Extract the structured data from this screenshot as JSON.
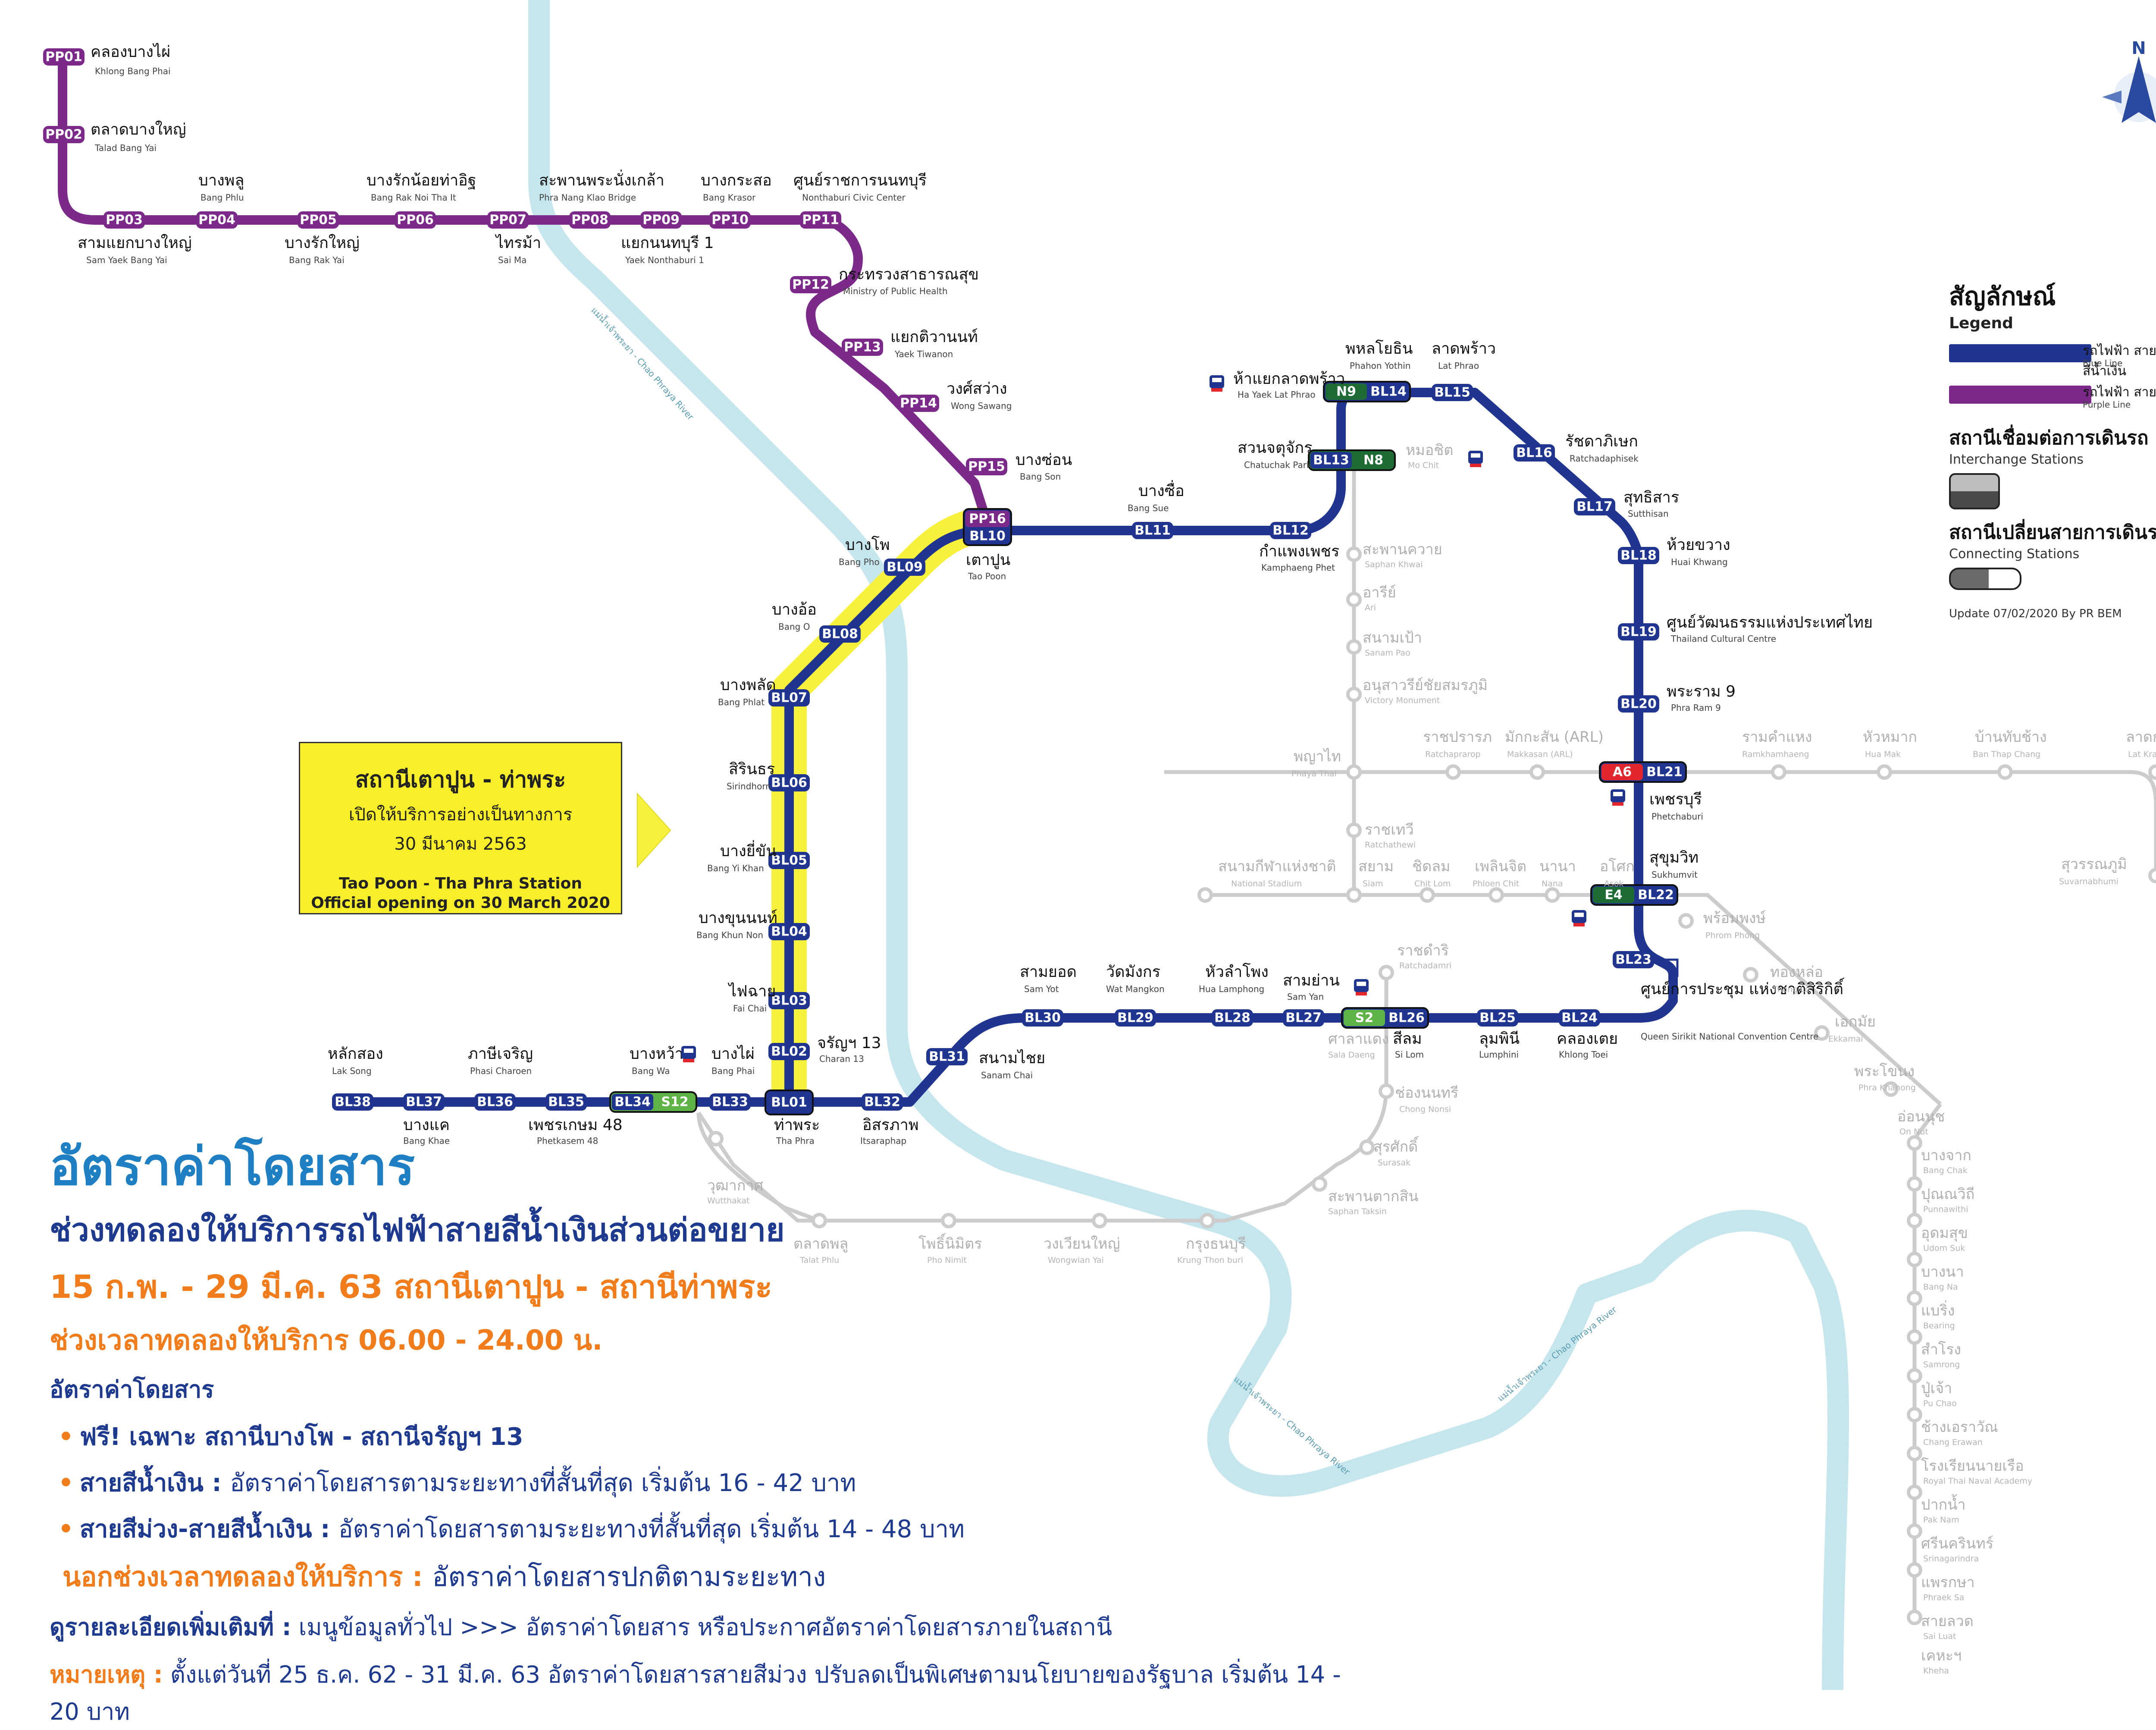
{
  "announcement": {
    "title_th": "สถานีเตาปูน - ท่าพระ",
    "line2_th": "เปิดให้บริการอย่างเป็นทางการ",
    "line3_th": "30 มีนาคม 2563",
    "title_en": "Tao Poon - Tha Phra Station",
    "line2_en": "Official opening on 30 March 2020"
  },
  "legend": {
    "title_th": "สัญลักษณ์",
    "title_en": "Legend",
    "blue_line_th": "รถไฟฟ้า สายสีน้ำเงิน",
    "blue_line_en": "Blue Line",
    "purple_line_th": "รถไฟฟ้า สายสีม่วง",
    "purple_line_en": "Purple Line",
    "interchange_th": "สถานีเชื่อมต่อการเดินรถ",
    "interchange_en": "Interchange Stations",
    "connecting_th": "สถานีเปลี่ยนสายการเดินรถ",
    "connecting_en": "Connecting Stations",
    "update": "Update 07/02/2020 By PR BEM"
  },
  "compass": "N",
  "fares": {
    "title": "อัตราค่าโดยสาร",
    "subtitle": "ช่วงทดลองให้บริการรถไฟฟ้าสายสีน้ำเงินส่วนต่อขยาย",
    "dates": "15 ก.พ. - 29 มี.ค. 63 สถานีเตาปูน - สถานีท่าพระ",
    "hours": "ช่วงเวลาทดลองให้บริการ 06.00 - 24.00 น.",
    "heading": "อัตราค่าโดยสาร",
    "item1": "ฟรี! เฉพาะ สถานีบางโพ - สถานีจรัญฯ 13",
    "item2_label": "สายสีน้ำเงิน :",
    "item2_text": "อัตราค่าโดยสารตามระยะทางที่สั้นที่สุด เริ่มต้น 16 - 42 บาท",
    "item3_label": "สายสีม่วง-สายสีน้ำเงิน :",
    "item3_text": "อัตราค่าโดยสารตามระยะทางที่สั้นที่สุด เริ่มต้น 14 - 48 บาท",
    "outside_label": "นอกช่วงเวลาทดลองให้บริการ :",
    "outside_text": "อัตราค่าโดยสารปกติตามระยะทาง",
    "details_label": "ดูรายละเอียดเพิ่มเติมที่ :",
    "details_text": "เมนูข้อมูลทั่วไป >>> อัตราค่าโดยสาร หรือประกาศอัตราค่าโดยสารภายในสถานี",
    "note_label": "หมายเหตุ :",
    "note_text": "ตั้งแต่วันที่ 25 ธ.ค. 62 - 31 มี.ค. 63 อัตราค่าโดยสารสายสีม่วง ปรับลดเป็นพิเศษตามนโยบายของรัฐบาล เริ่มต้น 14 - 20 บาท"
  },
  "river": {
    "label_1": "แม่น้ำเจ้าพระยา - Chao Phraya River",
    "label_2": "แม่น้ำเจ้าพระยา - Chao Phraya River",
    "label_3": "แม่น้ำเจ้าพระยา - Chao Phraya River"
  },
  "colors": {
    "blue_line": "#1f3590",
    "purple_line": "#7b2a8a",
    "bts_green": "#1e6b35",
    "bts_light_green": "#5fb346",
    "arl_red": "#e1262d",
    "highlight_yellow": "#f7f13b",
    "river": "#c6e6ee",
    "other_lines": "#cccccc"
  },
  "purple_stations": [
    {
      "code": "PP01",
      "th": "คลองบางไผ่",
      "en": "Khlong Bang Phai"
    },
    {
      "code": "PP02",
      "th": "ตลาดบางใหญ่",
      "en": "Talad Bang Yai"
    },
    {
      "code": "PP03",
      "th": "สามแยกบางใหญ่",
      "en": "Sam Yaek Bang Yai"
    },
    {
      "code": "PP04",
      "th": "บางพลู",
      "en": "Bang Phlu"
    },
    {
      "code": "PP05",
      "th": "บางรักใหญ่",
      "en": "Bang Rak Yai"
    },
    {
      "code": "PP06",
      "th": "บางรักน้อยท่าอิฐ",
      "en": "Bang Rak Noi Tha It"
    },
    {
      "code": "PP07",
      "th": "ไทรม้า",
      "en": "Sai Ma"
    },
    {
      "code": "PP08",
      "th": "สะพานพระนั่งเกล้า",
      "en": "Phra Nang Klao Bridge"
    },
    {
      "code": "PP09",
      "th": "แยกนนทบุรี 1",
      "en": "Yaek Nonthaburi 1"
    },
    {
      "code": "PP10",
      "th": "บางกระสอ",
      "en": "Bang Krasor"
    },
    {
      "code": "PP11",
      "th": "ศูนย์ราชการนนทบุรี",
      "en": "Nonthaburi Civic Center"
    },
    {
      "code": "PP12",
      "th": "กระทรวงสาธารณสุข",
      "en": "Ministry of Public Health"
    },
    {
      "code": "PP13",
      "th": "แยกติวานนท์",
      "en": "Yaek Tiwanon"
    },
    {
      "code": "PP14",
      "th": "วงศ์สว่าง",
      "en": "Wong Sawang"
    },
    {
      "code": "PP15",
      "th": "บางซ่อน",
      "en": "Bang Son"
    },
    {
      "code": "PP16",
      "th": "",
      "en": ""
    }
  ],
  "blue_stations": [
    {
      "code": "BL01",
      "th": "ท่าพระ",
      "en": "Tha Phra"
    },
    {
      "code": "BL02",
      "th": "จรัญฯ 13",
      "en": "Charan 13"
    },
    {
      "code": "BL03",
      "th": "ไฟฉาย",
      "en": "Fai Chai"
    },
    {
      "code": "BL04",
      "th": "บางขุนนนท์",
      "en": "Bang Khun Non"
    },
    {
      "code": "BL05",
      "th": "บางยี่ขัน",
      "en": "Bang Yi Khan"
    },
    {
      "code": "BL06",
      "th": "สิรินธร",
      "en": "Sirindhorn"
    },
    {
      "code": "BL07",
      "th": "บางพลัด",
      "en": "Bang Phlat"
    },
    {
      "code": "BL08",
      "th": "บางอ้อ",
      "en": "Bang O"
    },
    {
      "code": "BL09",
      "th": "บางโพ",
      "en": "Bang Pho"
    },
    {
      "code": "BL10",
      "th": "เตาปูน",
      "en": "Tao Poon"
    },
    {
      "code": "BL11",
      "th": "บางซื่อ",
      "en": "Bang Sue"
    },
    {
      "code": "BL12",
      "th": "กำแพงเพชร",
      "en": "Kamphaeng Phet"
    },
    {
      "code": "BL13",
      "th": "สวนจตุจักร",
      "en": "Chatuchak Park"
    },
    {
      "code": "BL14",
      "th": "พหลโยธิน",
      "en": "Phahon Yothin"
    },
    {
      "code": "BL15",
      "th": "ลาดพร้าว",
      "en": "Lat Phrao"
    },
    {
      "code": "BL16",
      "th": "รัชดาภิเษก",
      "en": "Ratchadaphisek"
    },
    {
      "code": "BL17",
      "th": "สุทธิสาร",
      "en": "Sutthisan"
    },
    {
      "code": "BL18",
      "th": "ห้วยขวาง",
      "en": "Huai Khwang"
    },
    {
      "code": "BL19",
      "th": "ศูนย์วัฒนธรรมแห่งประเทศไทย",
      "en": "Thailand Cultural Centre"
    },
    {
      "code": "BL20",
      "th": "พระราม 9",
      "en": "Phra Ram 9"
    },
    {
      "code": "BL21",
      "th": "เพชรบุรี",
      "en": "Phetchaburi"
    },
    {
      "code": "BL22",
      "th": "สุขุมวิท",
      "en": "Sukhumvit"
    },
    {
      "code": "BL23",
      "th": "ศูนย์การประชุม แห่งชาติสิริกิติ์",
      "en": "Queen Sirikit National Convention Centre"
    },
    {
      "code": "BL24",
      "th": "คลองเตย",
      "en": "Khlong Toei"
    },
    {
      "code": "BL25",
      "th": "ลุมพินี",
      "en": "Lumphini"
    },
    {
      "code": "BL26",
      "th": "สีลม",
      "en": "Si Lom"
    },
    {
      "code": "BL27",
      "th": "สามย่าน",
      "en": "Sam Yan"
    },
    {
      "code": "BL28",
      "th": "หัวลำโพง",
      "en": "Hua Lamphong"
    },
    {
      "code": "BL29",
      "th": "วัดมังกร",
      "en": "Wat Mangkon"
    },
    {
      "code": "BL30",
      "th": "สามยอด",
      "en": "Sam Yot"
    },
    {
      "code": "BL31",
      "th": "สนามไชย",
      "en": "Sanam Chai"
    },
    {
      "code": "BL32",
      "th": "อิสรภาพ",
      "en": "Itsaraphap"
    },
    {
      "code": "BL33",
      "th": "บางไผ่",
      "en": "Bang Phai"
    },
    {
      "code": "BL34",
      "th": "บางหว้า",
      "en": "Bang Wa"
    },
    {
      "code": "BL35",
      "th": "เพชรเกษม 48",
      "en": "Phetkasem 48"
    },
    {
      "code": "BL36",
      "th": "ภาษีเจริญ",
      "en": "Phasi Charoen"
    },
    {
      "code": "BL37",
      "th": "บางแค",
      "en": "Bang Khae"
    },
    {
      "code": "BL38",
      "th": "หลักสอง",
      "en": "Lak Song"
    }
  ],
  "interchange_codes": {
    "n9": "N9",
    "n8": "N8",
    "a6": "A6",
    "e4": "E4",
    "s2": "S2",
    "s12": "S12"
  },
  "other_stations": [
    {
      "th": "ห้าแยกลาดพร้าว",
      "en": "Ha Yaek Lat Phrao"
    },
    {
      "th": "หมอชิต",
      "en": "Mo Chit"
    },
    {
      "th": "สะพานควาย",
      "en": "Saphan Khwai"
    },
    {
      "th": "อารีย์",
      "en": "Ari"
    },
    {
      "th": "สนามเป้า",
      "en": "Sanam Pao"
    },
    {
      "th": "อนุสาวรีย์ชัยสมรภูมิ",
      "en": "Victory Monument"
    },
    {
      "th": "พญาไท",
      "en": "Phaya Thai"
    },
    {
      "th": "ราชปรารภ",
      "en": "Ratchaprarop"
    },
    {
      "th": "มักกะสัน (ARL)",
      "en": "Makkasan (ARL)"
    },
    {
      "th": "รามคำแหง",
      "en": "Ramkhamhaeng"
    },
    {
      "th": "หัวหมาก",
      "en": "Hua Mak"
    },
    {
      "th": "บ้านทับช้าง",
      "en": "Ban Thap Chang"
    },
    {
      "th": "ลาดกระบัง",
      "en": "Lat Krabang"
    },
    {
      "th": "สุวรรณภูมิ",
      "en": "Suvarnabhumi"
    },
    {
      "th": "ราชเทวี",
      "en": "Ratchathewi"
    },
    {
      "th": "สนามกีฬาแห่งชาติ",
      "en": "National Stadium"
    },
    {
      "th": "สยาม",
      "en": "Siam"
    },
    {
      "th": "ชิดลม",
      "en": "Chit Lom"
    },
    {
      "th": "เพลินจิต",
      "en": "Phloen Chit"
    },
    {
      "th": "นานา",
      "en": "Nana"
    },
    {
      "th": "อโศก",
      "en": "Asok"
    },
    {
      "th": "พร้อมพงษ์",
      "en": "Phrom Phong"
    },
    {
      "th": "ทองหล่อ",
      "en": "Thong Lo"
    },
    {
      "th": "เอกมัย",
      "en": "Ekkamai"
    },
    {
      "th": "พระโขนง",
      "en": "Phra Khanong"
    },
    {
      "th": "อ่อนนุช",
      "en": "On Nut"
    },
    {
      "th": "บางจาก",
      "en": "Bang Chak"
    },
    {
      "th": "ปุณณวิถี",
      "en": "Punnawithi"
    },
    {
      "th": "อุดมสุข",
      "en": "Udom Suk"
    },
    {
      "th": "บางนา",
      "en": "Bang Na"
    },
    {
      "th": "แบริ่ง",
      "en": "Bearing"
    },
    {
      "th": "สำโรง",
      "en": "Samrong"
    },
    {
      "th": "ปู่เจ้า",
      "en": "Pu Chao"
    },
    {
      "th": "ช้างเอราวัณ",
      "en": "Chang Erawan"
    },
    {
      "th": "โรงเรียนนายเรือ",
      "en": "Royal Thai Naval Academy"
    },
    {
      "th": "ปากน้ำ",
      "en": "Pak Nam"
    },
    {
      "th": "ศรีนครินทร์",
      "en": "Srinagarindra"
    },
    {
      "th": "แพรกษา",
      "en": "Phraek Sa"
    },
    {
      "th": "สายลวด",
      "en": "Sai Luat"
    },
    {
      "th": "เคหะฯ",
      "en": "Kheha"
    },
    {
      "th": "ราชดำริ",
      "en": "Ratchadamri"
    },
    {
      "th": "ศาลาแดง",
      "en": "Sala Daeng"
    },
    {
      "th": "ช่องนนทรี",
      "en": "Chong Nonsi"
    },
    {
      "th": "สุรศักดิ์",
      "en": "Surasak"
    },
    {
      "th": "สะพานตากสิน",
      "en": "Saphan Taksin"
    },
    {
      "th": "กรุงธนบุรี",
      "en": "Krung Thon buri"
    },
    {
      "th": "วงเวียนใหญ่",
      "en": "Wongwian Yai"
    },
    {
      "th": "โพธิ์นิมิตร",
      "en": "Pho Nimit"
    },
    {
      "th": "ตลาดพลู",
      "en": "Talat Phlu"
    },
    {
      "th": "วุฒากาศ",
      "en": "Wutthakat"
    }
  ]
}
